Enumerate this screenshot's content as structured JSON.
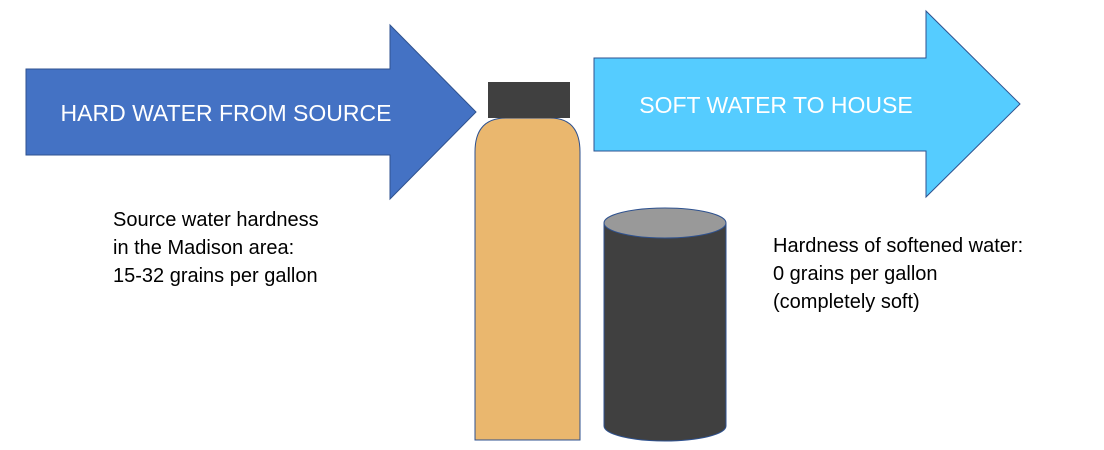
{
  "colors": {
    "hard_arrow": "#4472C4",
    "soft_arrow": "#55CCFF",
    "tank_body": "#EAB76E",
    "tank_cap": "#404040",
    "brine_tank": "#404040",
    "brine_top": "#999999",
    "outline": "#2F528F"
  },
  "arrows": {
    "hard": {
      "label": "HARD WATER FROM SOURCE"
    },
    "soft": {
      "label": "SOFT WATER TO HOUSE"
    }
  },
  "source_info": {
    "lines": [
      "Source water hardness",
      "in the Madison area:",
      "15-32 grains per gallon"
    ]
  },
  "softened_info": {
    "lines": [
      "Hardness of softened water:",
      "0 grains per gallon",
      "(completely soft)"
    ]
  }
}
